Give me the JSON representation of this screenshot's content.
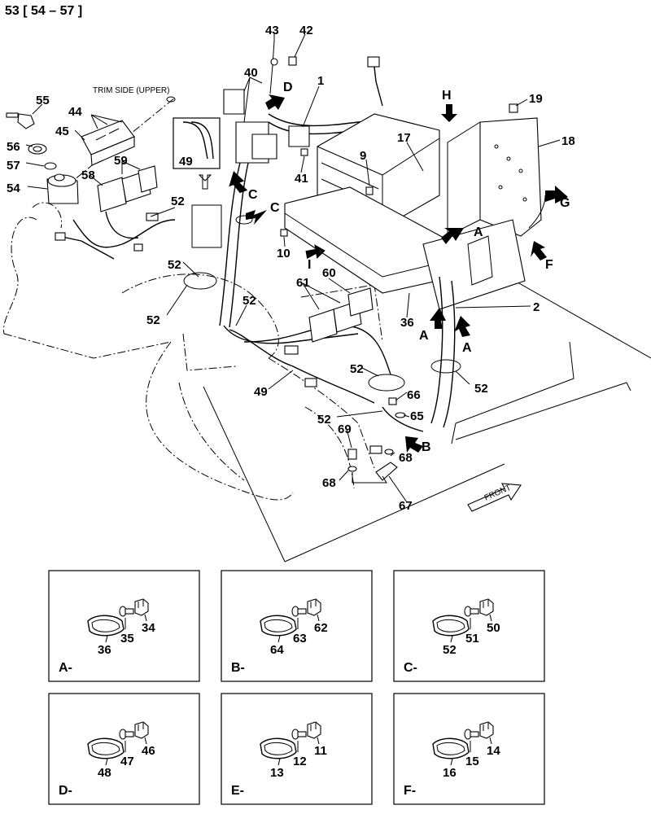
{
  "header": {
    "text": "53 [ 54 – 57 ]"
  },
  "main_view": {
    "trim_side_label": "TRIM SIDE (UPPER)",
    "front_label": "FRONT",
    "callouts": [
      {
        "id": "c55",
        "text": "55"
      },
      {
        "id": "c44",
        "text": "44"
      },
      {
        "id": "c45",
        "text": "45"
      },
      {
        "id": "c56",
        "text": "56"
      },
      {
        "id": "c57",
        "text": "57"
      },
      {
        "id": "c59",
        "text": "59"
      },
      {
        "id": "c58",
        "text": "58"
      },
      {
        "id": "c54",
        "text": "54"
      },
      {
        "id": "c52a",
        "text": "52"
      },
      {
        "id": "c49a",
        "text": "49"
      },
      {
        "id": "c43",
        "text": "43"
      },
      {
        "id": "c42",
        "text": "42"
      },
      {
        "id": "c40",
        "text": "40"
      },
      {
        "id": "c1",
        "text": "1"
      },
      {
        "id": "c19",
        "text": "19"
      },
      {
        "id": "c18",
        "text": "18"
      },
      {
        "id": "c17",
        "text": "17"
      },
      {
        "id": "c9",
        "text": "9"
      },
      {
        "id": "c41",
        "text": "41"
      },
      {
        "id": "c10",
        "text": "10"
      },
      {
        "id": "c60",
        "text": "60"
      },
      {
        "id": "c61",
        "text": "61"
      },
      {
        "id": "c52b",
        "text": "52"
      },
      {
        "id": "c52c",
        "text": "52"
      },
      {
        "id": "c52d",
        "text": "52"
      },
      {
        "id": "c36",
        "text": "36"
      },
      {
        "id": "c2",
        "text": "2"
      },
      {
        "id": "c52e",
        "text": "52"
      },
      {
        "id": "c52f",
        "text": "52"
      },
      {
        "id": "c49b",
        "text": "49"
      },
      {
        "id": "c66",
        "text": "66"
      },
      {
        "id": "c52g",
        "text": "52"
      },
      {
        "id": "c65",
        "text": "65"
      },
      {
        "id": "c69",
        "text": "69"
      },
      {
        "id": "c68a",
        "text": "68"
      },
      {
        "id": "c68b",
        "text": "68"
      },
      {
        "id": "c67",
        "text": "67"
      }
    ],
    "view_letters": [
      {
        "id": "D",
        "text": "D"
      },
      {
        "id": "H",
        "text": "H"
      },
      {
        "id": "C1",
        "text": "C"
      },
      {
        "id": "C2",
        "text": "C"
      },
      {
        "id": "G",
        "text": "G"
      },
      {
        "id": "A1",
        "text": "A"
      },
      {
        "id": "F",
        "text": "F"
      },
      {
        "id": "I",
        "text": "I"
      },
      {
        "id": "A2",
        "text": "A"
      },
      {
        "id": "A3",
        "text": "A"
      },
      {
        "id": "B",
        "text": "B"
      }
    ]
  },
  "details": [
    {
      "label": "A-",
      "ring": "36",
      "bolt": "35",
      "clip": "34"
    },
    {
      "label": "B-",
      "ring": "64",
      "bolt": "63",
      "clip": "62"
    },
    {
      "label": "C-",
      "ring": "52",
      "bolt": "51",
      "clip": "50"
    },
    {
      "label": "D-",
      "ring": "48",
      "bolt": "47",
      "clip": "46"
    },
    {
      "label": "E-",
      "ring": "13",
      "bolt": "12",
      "clip": "11"
    },
    {
      "label": "F-",
      "ring": "16",
      "bolt": "15",
      "clip": "14"
    }
  ]
}
